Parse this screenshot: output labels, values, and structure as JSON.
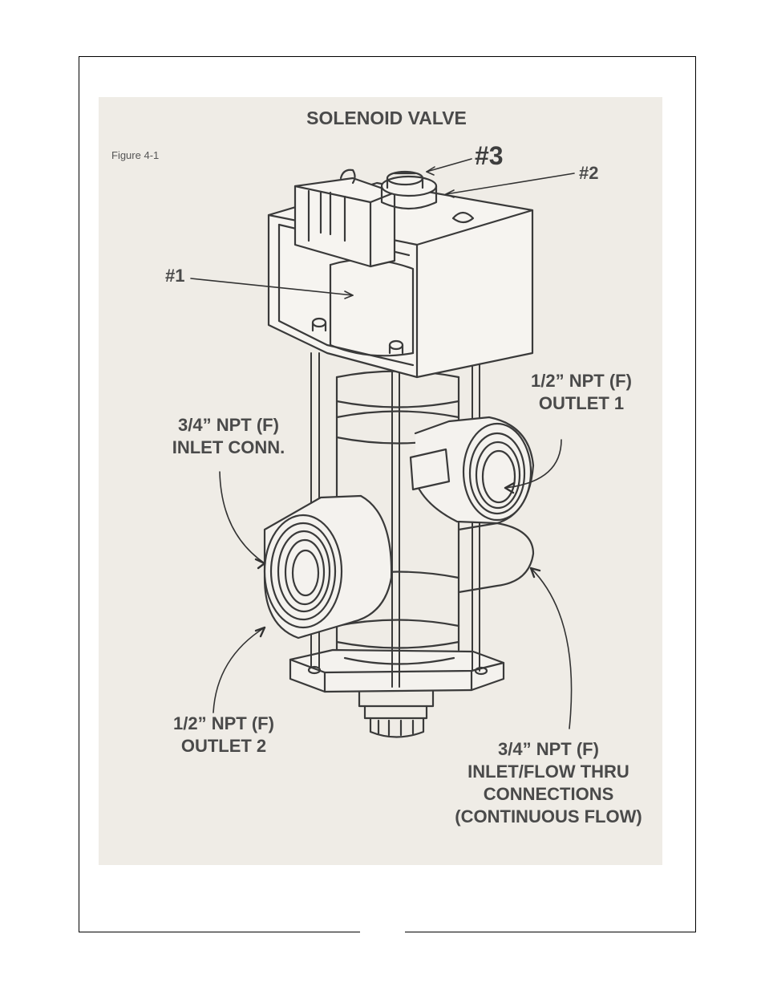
{
  "figure": {
    "title": "SOLENOID VALVE",
    "figure_number": "Figure 4-1"
  },
  "callouts": {
    "part3": "#3",
    "part2": "#2",
    "part1": "#1",
    "outlet1_line1": "1/2” NPT (F)",
    "outlet1_line2": "OUTLET 1",
    "inlet_line1": "3/4” NPT (F)",
    "inlet_line2": "INLET CONN.",
    "outlet2_line1": "1/2” NPT (F)",
    "outlet2_line2": "OUTLET 2",
    "thru_line1": "3/4” NPT (F)",
    "thru_line2": "INLET/FLOW THRU",
    "thru_line3": "CONNECTIONS",
    "thru_line4": "(CONTINUOUS FLOW)"
  },
  "colors": {
    "ink": "#3a3a3a",
    "paper": "#efece6"
  }
}
